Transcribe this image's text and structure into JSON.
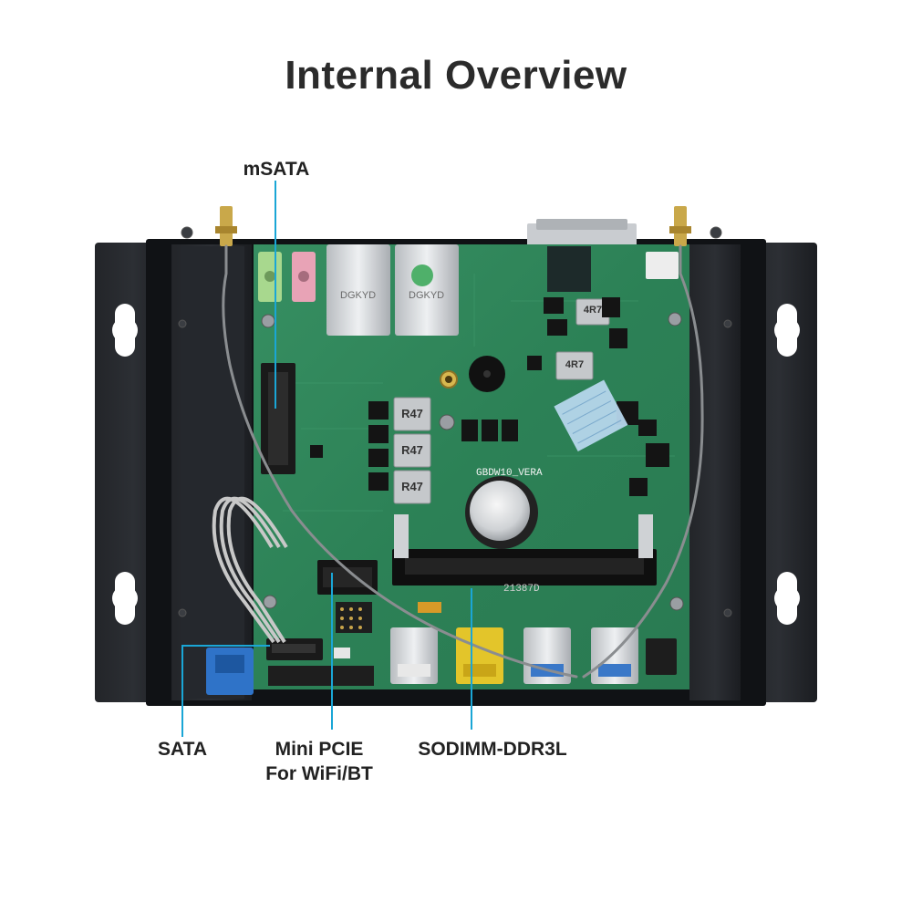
{
  "title": "Internal Overview",
  "callouts": {
    "msata": "mSATA",
    "sata": "SATA",
    "mini_pcie_line1": "Mini PCIE",
    "mini_pcie_line2": "For WiFi/BT",
    "sodimm": "SODIMM-DDR3L"
  },
  "board": {
    "model": "GBDW10_VERA",
    "inductor_label": "R47",
    "inductor_label_small": "4R7",
    "lan_brand": "DGKYD",
    "ram_slot_mark": "21387D",
    "colors": {
      "accent_line": "#1aa6d6",
      "pcb": "#2f8a5e",
      "chassis": "#1a1c20",
      "title_text": "#2b2b2b"
    }
  }
}
